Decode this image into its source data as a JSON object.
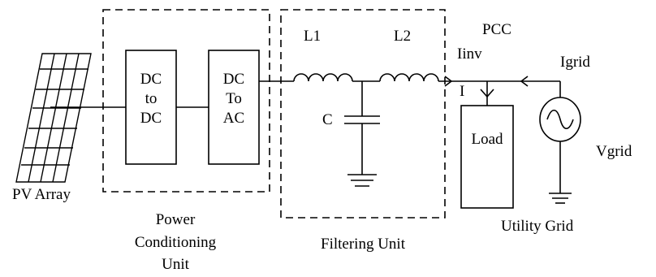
{
  "labels": {
    "pv_array": "PV Array",
    "dc_dc": [
      "DC",
      "to",
      "DC"
    ],
    "dc_ac": [
      "DC",
      "To",
      "AC"
    ],
    "power_conditioning": [
      "Power",
      "Conditioning",
      "Unit"
    ],
    "l1": "L1",
    "l2": "L2",
    "c": "C",
    "filtering_unit": "Filtering Unit",
    "pcc": "PCC",
    "iinv": "Iinv",
    "i": "I",
    "igrid": "Igrid",
    "load": "Load",
    "vgrid": "Vgrid",
    "utility_grid": "Utility Grid"
  }
}
